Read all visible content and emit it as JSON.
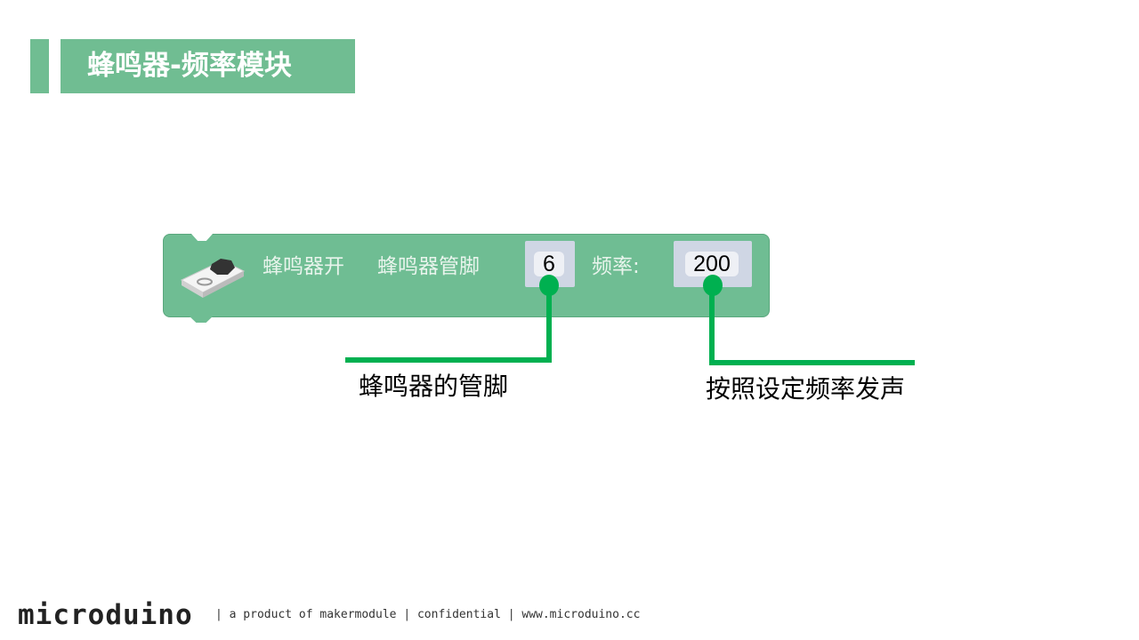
{
  "title": "蜂鸣器-频率模块",
  "block": {
    "text_on": "蜂鸣器开",
    "text_pin": "蜂鸣器管脚",
    "pin_value": "6",
    "text_freq": "频率:",
    "freq_value": "200"
  },
  "callouts": {
    "pin": "蜂鸣器的管脚",
    "freq": "按照设定频率发声"
  },
  "footer": {
    "logo": "microduino",
    "tagline": "| a product of makermodule | confidential | www.microduino.cc"
  },
  "colors": {
    "accent": "#70bd92",
    "callout": "#00b050"
  }
}
